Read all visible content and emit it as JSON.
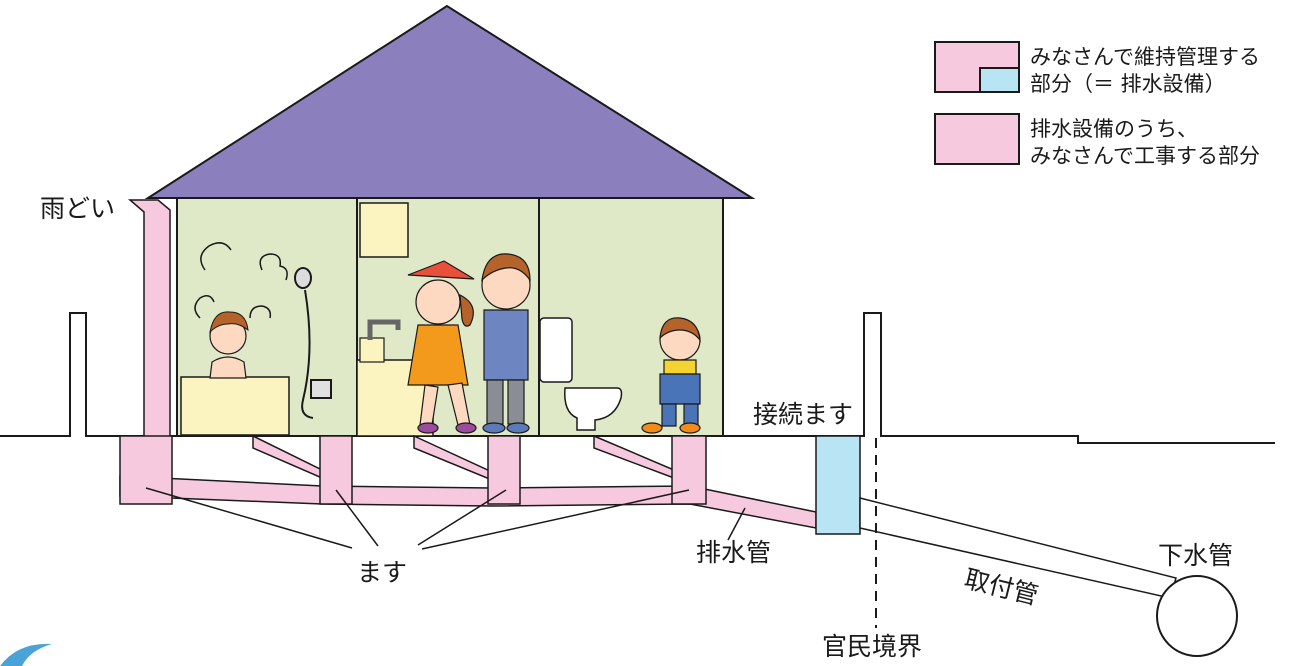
{
  "legend": {
    "maintain_line1": "みなさんで維持管理する",
    "maintain_line2": "部分（＝ 排水設備）",
    "construct_line1": "排水設備のうち、",
    "construct_line2": "みなさんで工事する部分"
  },
  "labels": {
    "rain_gutter": "雨どい",
    "catch_basin": "ます",
    "drain_pipe": "排水管",
    "connection_basin": "接続ます",
    "lateral_pipe": "取付管",
    "sewer_main": "下水管",
    "boundary": "官民境界"
  },
  "colors": {
    "roof": "#8b80bd",
    "wall": "#dfe9c8",
    "pink": "#f7c9de",
    "light_blue": "#b9e4f3",
    "window": "#fbf3c0",
    "outline": "#1a1a1a"
  }
}
